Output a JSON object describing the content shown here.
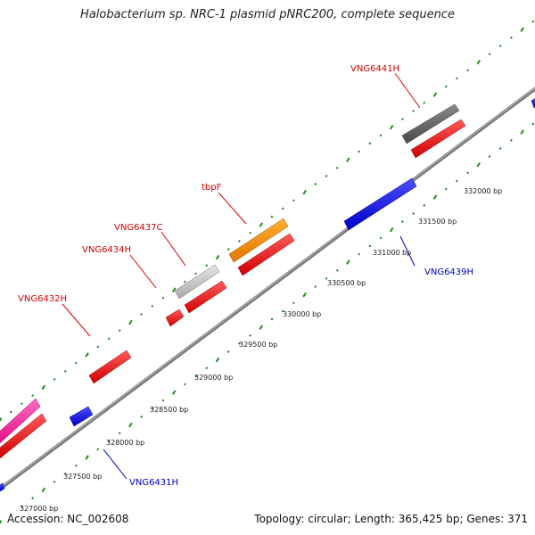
{
  "title": "Halobacterium sp. NRC-1 plasmid pNRC200, complete sequence",
  "footer": {
    "accession": "Accession: NC_002608",
    "stats": "Topology: circular; Length: 365,425 bp; Genes: 371"
  },
  "colors": {
    "forward_gene": "#ff1a1a",
    "reverse_gene": "#1a1aff",
    "forward_label": "#d40000",
    "reverse_label": "#0000c0",
    "backbone": "#808080",
    "ticks": "#1f8a1f"
  },
  "bp_labels": [
    "327000 bp",
    "327500 bp",
    "328000 bp",
    "328500 bp",
    "329000 bp",
    "329500 bp",
    "330000 bp",
    "330500 bp",
    "331000 bp",
    "331500 bp",
    "332000 bp"
  ],
  "gene_labels": {
    "vng6441h": "VNG6441H",
    "tbpf": "tbpF",
    "vng6437c": "VNG6437C",
    "vng6434h": "VNG6434H",
    "vng6432h": "VNG6432H",
    "vng6439h": "VNG6439H",
    "vng6431h": "VNG6431H"
  }
}
